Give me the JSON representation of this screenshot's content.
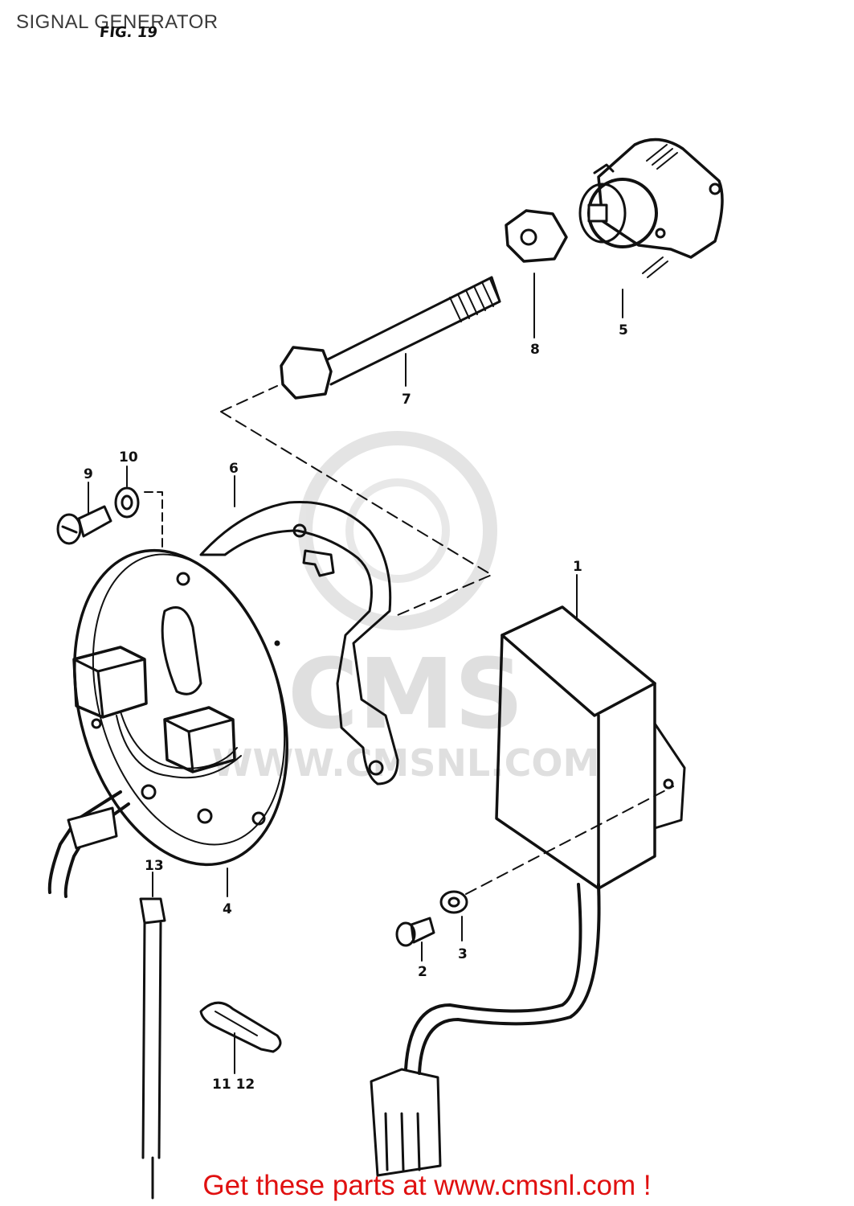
{
  "header": {
    "title": "SIGNAL GENERATOR",
    "figure_label": "FIG. 19"
  },
  "parts": [
    {
      "id": "1",
      "label": "1",
      "name": "ignitor-unit"
    },
    {
      "id": "2",
      "label": "2",
      "name": "screw"
    },
    {
      "id": "3",
      "label": "3",
      "name": "washer"
    },
    {
      "id": "4",
      "label": "4",
      "name": "stator-plate"
    },
    {
      "id": "5",
      "label": "5",
      "name": "governor-assembly"
    },
    {
      "id": "6",
      "label": "6",
      "name": "plate-bracket"
    },
    {
      "id": "7",
      "label": "7",
      "name": "bolt"
    },
    {
      "id": "8",
      "label": "8",
      "name": "nut"
    },
    {
      "id": "9",
      "label": "9",
      "name": "screw-small"
    },
    {
      "id": "10",
      "label": "10",
      "name": "washer-small"
    },
    {
      "id": "11",
      "label": "11 12",
      "name": "clamp"
    },
    {
      "id": "13",
      "label": "13",
      "name": "clamp-strip"
    }
  ],
  "watermark": {
    "brand": "CMS",
    "url": "WWW.CMSNL.COM"
  },
  "footer": {
    "text": "Get these parts at www.cmsnl.com !",
    "color": "#e01010"
  }
}
